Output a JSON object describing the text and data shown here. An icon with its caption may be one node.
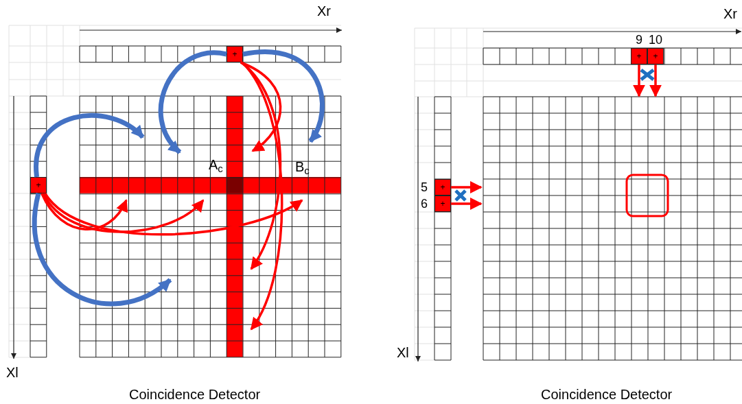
{
  "diagram": {
    "nodes": [
      {
        "text": [
          "+"
        ]
      },
      {
        "text": [
          "+"
        ]
      },
      {
        "text": [
          "+"
        ],
        "beside": [
          "9"
        ]
      },
      {
        "text": [
          "+"
        ],
        "beside": [
          "10"
        ]
      },
      {
        "text": [
          "+"
        ],
        "beside": [
          "5"
        ]
      },
      {
        "text": [
          "+"
        ],
        "beside": [
          "6"
        ]
      }
    ],
    "edges": [
      {
        "from": 0,
        "to": null,
        "arrow": "to",
        "style": "thick",
        "color": "#4472c4"
      },
      {
        "from": 0,
        "to": null,
        "arrow": "to",
        "style": "thick",
        "color": "#4472c4"
      },
      {
        "from": 0,
        "to": null,
        "arrow": "to"
      },
      {
        "from": 0,
        "to": null,
        "arrow": "to"
      },
      {
        "from": 0,
        "to": null,
        "arrow": "to"
      },
      {
        "from": 1,
        "to": null,
        "arrow": "to",
        "style": "thick",
        "color": "#4472c4"
      },
      {
        "from": 1,
        "to": null,
        "arrow": "to",
        "style": "thick",
        "color": "#4472c4"
      },
      {
        "from": 1,
        "to": null,
        "arrow": "to"
      },
      {
        "from": 1,
        "to": null,
        "arrow": "to"
      },
      {
        "from": 1,
        "to": null,
        "arrow": "to"
      },
      {
        "from": 2,
        "to": null,
        "arrow": "to"
      },
      {
        "from": 3,
        "to": null,
        "arrow": "to"
      },
      {
        "from": 4,
        "to": null,
        "arrow": "to"
      },
      {
        "from": 5,
        "to": null,
        "arrow": "to"
      }
    ],
    "labels": [
      "Xr",
      "A$_{c}$",
      "B$_{c}$",
      "Xl",
      "Coincidence Detector",
      "Xr",
      "Xl",
      "Coincidence Detector"
    ]
  }
}
